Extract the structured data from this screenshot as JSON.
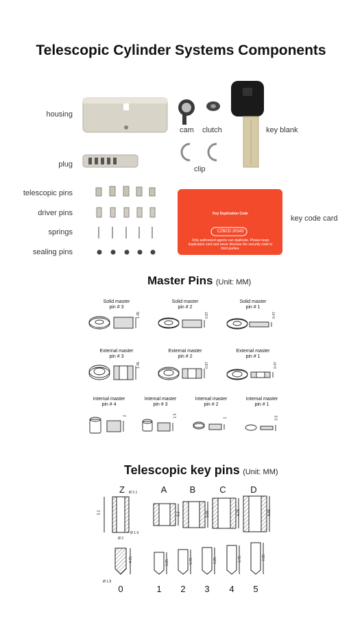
{
  "title": "Telescopic Cylinder Systems Components",
  "components": {
    "housing": "housing",
    "cam": "cam",
    "clutch": "clutch",
    "key_blank": "key blank",
    "plug": "plug",
    "clip": "clip",
    "telescopic_pins": "telescopic pins",
    "driver_pins": "driver pins",
    "springs": "springs",
    "sealing_pins": "sealing pins",
    "key_code_card": "key code card"
  },
  "card": {
    "heading": "Key Duplication Code",
    "code": "CZBCD 20343",
    "note": "Only authorized agents can duplicate. Please keep duplication card and never disclose the security code to third parties."
  },
  "master_pins": {
    "title": "Master Pins",
    "unit": "(Unit: MM)",
    "solid": [
      {
        "caption1": "Solid master",
        "caption2": "pin # 3",
        "dim": "1.45"
      },
      {
        "caption1": "Solid master",
        "caption2": "pin # 2",
        "dim": "0.97"
      },
      {
        "caption1": "Solid master",
        "caption2": "pin # 1",
        "dim": "0.47"
      }
    ],
    "external": [
      {
        "caption1": "External master",
        "caption2": "pin # 3",
        "dim": "1.45"
      },
      {
        "caption1": "External master",
        "caption2": "pin # 2",
        "dim": "0.97"
      },
      {
        "caption1": "External master",
        "caption2": "pin # 1",
        "dim": "0.47"
      }
    ],
    "internal": [
      {
        "caption1": "Internal master",
        "caption2": "pin # 4",
        "dim": "2"
      },
      {
        "caption1": "Internal master",
        "caption2": "pin # 3",
        "dim": "1.5"
      },
      {
        "caption1": "Internal master",
        "caption2": "pin # 2",
        "dim": "1"
      },
      {
        "caption1": "Internal master",
        "caption2": "pin # 1",
        "dim": "0.5"
      }
    ]
  },
  "key_pins": {
    "title": "Telescopic key pins",
    "unit": "(Unit: MM)",
    "letters": [
      "Z",
      "A",
      "B",
      "C",
      "D"
    ],
    "numbers": [
      "0",
      "1",
      "2",
      "3",
      "4",
      "5"
    ],
    "sleeve_dims": [
      "5.2",
      "5.2",
      "5.65",
      "6.75",
      "5.65"
    ],
    "pin_dims": [
      "4.75",
      "5.25",
      "5.75",
      "6.25",
      "6.75",
      "7.25"
    ],
    "z_top_dim": "Ø 2.1",
    "z_mid_dim": "Ø 1.9",
    "z_low_dim": "Ø 2",
    "zero_dim": "Ø 1.8"
  },
  "colors": {
    "card": "#f24a2a",
    "key_head": "#1a1a1a",
    "brass": "#d9cfb5",
    "nickel": "#cfcac0"
  }
}
